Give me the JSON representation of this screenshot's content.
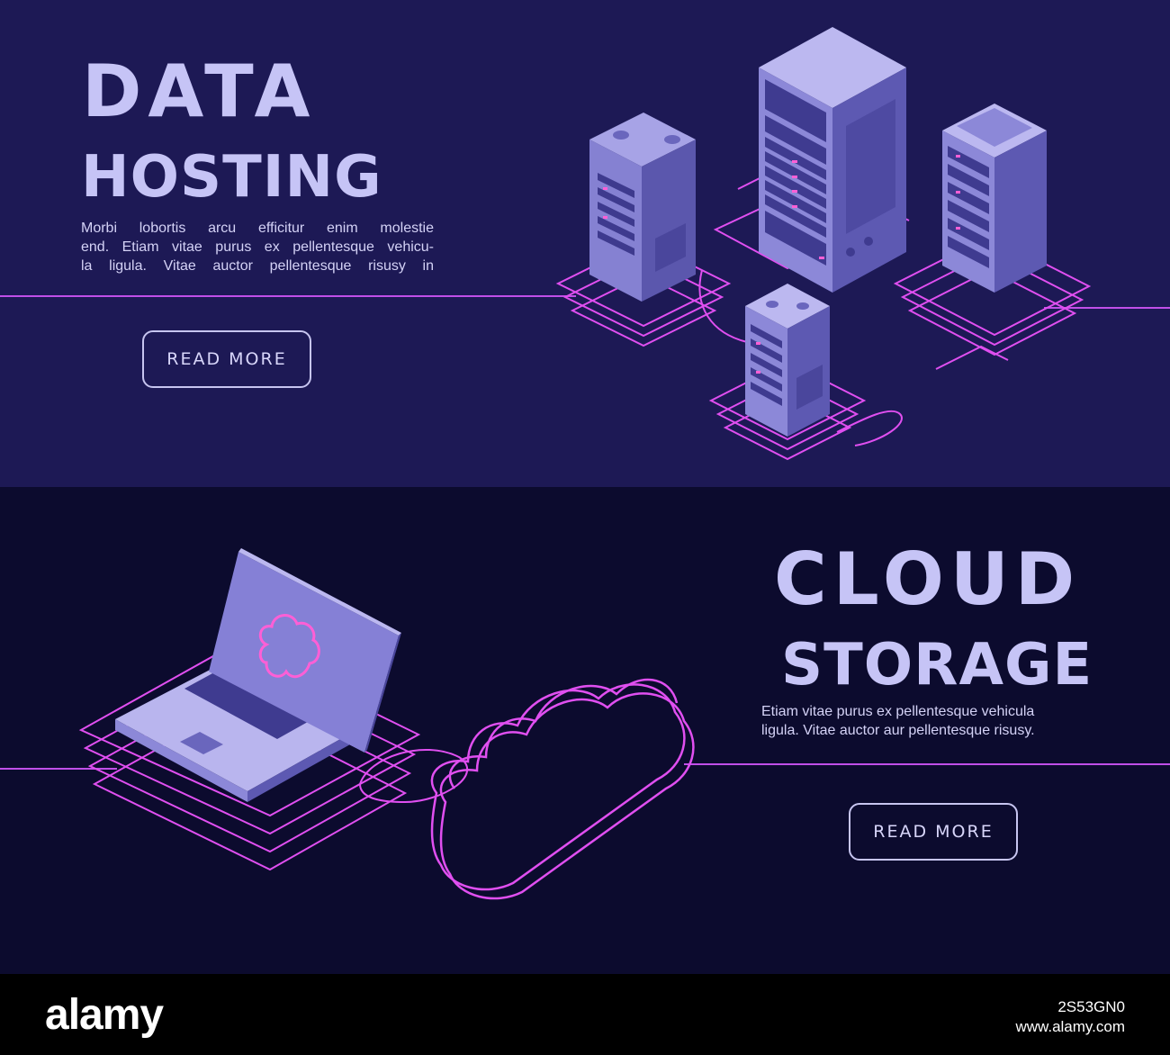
{
  "top_banner": {
    "title_line1": "DATA",
    "title_line2": "HOSTING",
    "body_lines": [
      "Morbi lobortis arcu efficitur enim molestie",
      "end. Etiam vitae purus ex pellentesque vehicu-",
      "la ligula. Vitae auctor pellentesque risusy in"
    ],
    "button_label": "READ MORE"
  },
  "bottom_banner": {
    "title_line1": "CLOUD",
    "title_line2": "STORAGE",
    "body_lines": [
      "Etiam vitae purus ex pellentesque vehicula",
      "ligula. Vitae auctor aur pellentesque risusy."
    ],
    "button_label": "READ MORE"
  },
  "footer": {
    "brand": "alamy",
    "image_id": "2S53GN0",
    "url": "www.alamy.com"
  },
  "colors": {
    "top_background": "#1d1955",
    "bottom_background": "#0c0b2e",
    "heading": "#c6c4f6",
    "neon_accent": "#e04ff0",
    "device_face": "#7c77c9"
  },
  "icons": {
    "server_cluster": "server-cluster-illustration",
    "laptop": "laptop-illustration",
    "cloud": "cloud-outline-illustration",
    "screen_cloud": "cloud-icon"
  }
}
